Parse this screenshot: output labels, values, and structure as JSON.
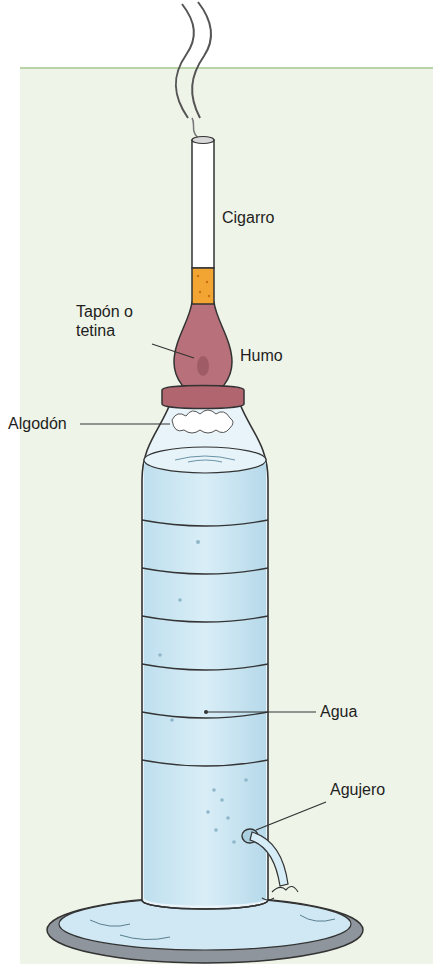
{
  "diagram": {
    "labels": [
      "Cigarro",
      "Tapón o tetina",
      "Humo",
      "Algodón",
      "Agua",
      "Agujero"
    ]
  }
}
